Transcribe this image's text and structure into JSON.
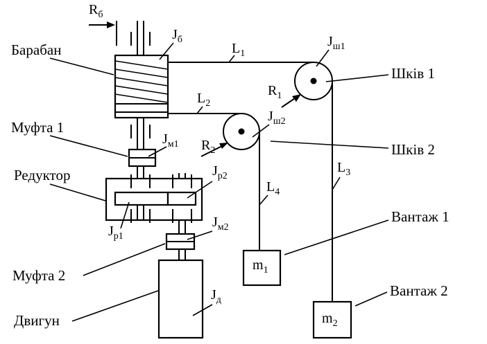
{
  "labels": {
    "drum": "Барабан",
    "coupling1": "Муфта 1",
    "reducer": "Редуктор",
    "coupling2": "Муфта 2",
    "motor": "Двигун",
    "pulley1": "Шків 1",
    "pulley2": "Шків 2",
    "load1": "Вантаж 1",
    "load2": "Вантаж 2"
  },
  "symbols": {
    "R_drum": {
      "main": "R",
      "sub": "б"
    },
    "J_drum": {
      "main": "J",
      "sub": "б"
    },
    "L1": {
      "main": "L",
      "sub": "1"
    },
    "L2": {
      "main": "L",
      "sub": "2"
    },
    "L3": {
      "main": "L",
      "sub": "3"
    },
    "L4": {
      "main": "L",
      "sub": "4"
    },
    "J_sh1": {
      "main": "J",
      "sub": "ш1"
    },
    "J_sh2": {
      "main": "J",
      "sub": "ш2"
    },
    "R1": {
      "main": "R",
      "sub": "1"
    },
    "R2": {
      "main": "R",
      "sub": "2"
    },
    "J_m1": {
      "main": "J",
      "sub": "м1"
    },
    "J_m2": {
      "main": "J",
      "sub": "м2"
    },
    "J_p1": {
      "main": "J",
      "sub": "р1"
    },
    "J_p2": {
      "main": "J",
      "sub": "р2"
    },
    "J_d": {
      "main": "J",
      "sub": "д"
    },
    "m1": {
      "main": "m",
      "sub": "1"
    },
    "m2": {
      "main": "m",
      "sub": "2"
    }
  }
}
